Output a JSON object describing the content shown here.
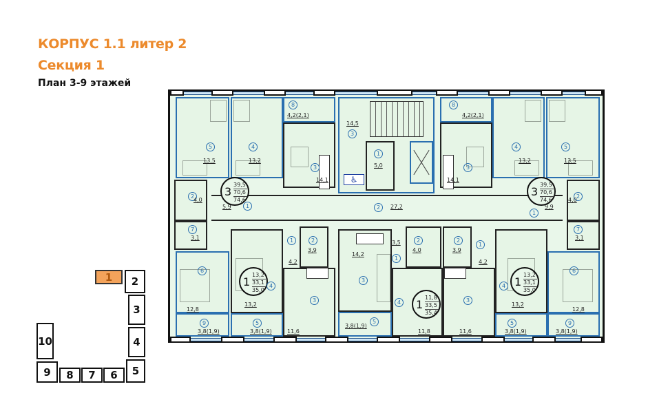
{
  "header": {
    "building": "КОРПУС 1.1 литер 2",
    "section": "Секция 1",
    "plan": "План 3-9 этажей"
  },
  "colors": {
    "accent": "#ec8a2c",
    "active_section": "#f3a35b",
    "room_fill": "#e6f5e6",
    "window_blue": "#2a6fb0"
  },
  "key_plan": {
    "active": "1",
    "sections": [
      "1",
      "2",
      "3",
      "4",
      "5",
      "6",
      "7",
      "8",
      "9",
      "10"
    ]
  },
  "floor_plan": {
    "apartments": [
      {
        "id": "top-left-3room",
        "rooms": 3,
        "living": "39,5",
        "total": "70,6",
        "total_with_balcony": "74,6"
      },
      {
        "id": "top-right-3room",
        "rooms": 3,
        "living": "39,5",
        "total": "70,6",
        "total_with_balcony": "74,6"
      },
      {
        "id": "bottom-left-1room",
        "rooms": 1,
        "living": "13,2",
        "total": "33,1",
        "total_with_balcony": "35,0"
      },
      {
        "id": "bottom-center-1room",
        "rooms": 1,
        "living": "11,8",
        "total": "33,5",
        "total_with_balcony": "35,4"
      },
      {
        "id": "bottom-right-1room",
        "rooms": 1,
        "living": "13,2",
        "total": "33,1",
        "total_with_balcony": "35,0"
      }
    ],
    "labels": {
      "tl_r5": "5",
      "tl_a5": "13,5",
      "tl_r4": "4",
      "tl_a4": "13,2",
      "tl_r8": "8",
      "tl_a8": "4,2(2,1)",
      "tl_r3": "3",
      "tl_a3": "14,1",
      "tl_r2": "2",
      "tl_a2": "4,0",
      "tl_r1": "1",
      "tl_a1": "5,9",
      "tl_r7": "7",
      "tl_a7": "3,1",
      "st_r3": "3",
      "st_a3": "14,5",
      "st_r1": "1",
      "st_a1": "5,0",
      "corr_r2": "2",
      "corr_a2": "27,2",
      "tr_r8": "8",
      "tr_a8": "4,2(2,1)",
      "tr_r3": "3",
      "tr_a3": "14,1",
      "tr_r4": "4",
      "tr_a4": "13,2",
      "tr_r5": "5",
      "tr_a5": "13,5",
      "tr_r2": "2",
      "tr_a2": "4,0",
      "tr_r1": "1",
      "tr_a1": "9,9",
      "tr_r7": "7",
      "tr_a7": "3,1",
      "bl_r6": "6",
      "bl_a6": "12,8",
      "bl_r9": "9",
      "bl_a9": "3,8(1,9)",
      "bl_r4": "4",
      "bl_a4": "13,2",
      "bl_r5": "5",
      "bl_a5": "3,8(1,9)",
      "bl_r1": "1",
      "bl_a1": "4,2",
      "bl_r2": "2",
      "bl_a2": "3,9",
      "bl_r3": "3",
      "bl_a3": "11,6",
      "bc_r3": "3",
      "bc_a3": "14,2",
      "bc_r1": "1",
      "bc_a1": "3,5",
      "bc_r2": "2",
      "bc_a2": "4,0",
      "bc_r4": "4",
      "bc_a4": "11,8",
      "bc_r5": "5",
      "bc_a5": "3,8(1,9)",
      "br_r2": "2",
      "br_a2": "3,9",
      "br_r1": "1",
      "br_a1": "4,2",
      "br_r3": "3",
      "br_a3": "11,6",
      "br_r4": "4",
      "br_a4": "13,2",
      "br_r5": "5",
      "br_a5": "3,8(1,9)",
      "br_r6": "6",
      "br_a6": "12,8",
      "br_r9": "9",
      "br_a9": "3,8(1,9)"
    },
    "icons": {
      "wheelchair": "♿"
    }
  }
}
